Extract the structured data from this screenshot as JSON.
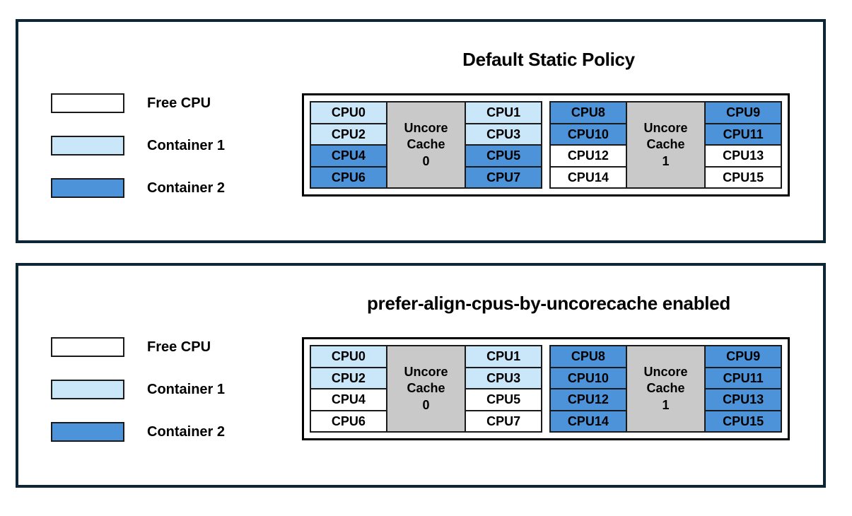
{
  "colors": {
    "free": "#FFFFFF",
    "c1": "#C9E7F8",
    "c2": "#4C93D9",
    "uncore": "#C9C9C9",
    "panel_border": "#0D2636"
  },
  "legend": {
    "items": [
      {
        "label": "Free CPU",
        "state": "free"
      },
      {
        "label": "Container 1",
        "state": "c1"
      },
      {
        "label": "Container 2",
        "state": "c2"
      }
    ]
  },
  "panels": [
    {
      "title": "Default Static Policy",
      "groups": [
        {
          "cache_lines": [
            "Uncore",
            "Cache",
            "0"
          ],
          "left": [
            {
              "label": "CPU0",
              "state": "c1"
            },
            {
              "label": "CPU2",
              "state": "c1"
            },
            {
              "label": "CPU4",
              "state": "c2"
            },
            {
              "label": "CPU6",
              "state": "c2"
            }
          ],
          "right": [
            {
              "label": "CPU1",
              "state": "c1"
            },
            {
              "label": "CPU3",
              "state": "c1"
            },
            {
              "label": "CPU5",
              "state": "c2"
            },
            {
              "label": "CPU7",
              "state": "c2"
            }
          ]
        },
        {
          "cache_lines": [
            "Uncore",
            "Cache",
            "1"
          ],
          "left": [
            {
              "label": "CPU8",
              "state": "c2"
            },
            {
              "label": "CPU10",
              "state": "c2"
            },
            {
              "label": "CPU12",
              "state": "free"
            },
            {
              "label": "CPU14",
              "state": "free"
            }
          ],
          "right": [
            {
              "label": "CPU9",
              "state": "c2"
            },
            {
              "label": "CPU11",
              "state": "c2"
            },
            {
              "label": "CPU13",
              "state": "free"
            },
            {
              "label": "CPU15",
              "state": "free"
            }
          ]
        }
      ]
    },
    {
      "title": "prefer-align-cpus-by-uncorecache enabled",
      "groups": [
        {
          "cache_lines": [
            "Uncore",
            "Cache",
            "0"
          ],
          "left": [
            {
              "label": "CPU0",
              "state": "c1"
            },
            {
              "label": "CPU2",
              "state": "c1"
            },
            {
              "label": "CPU4",
              "state": "free"
            },
            {
              "label": "CPU6",
              "state": "free"
            }
          ],
          "right": [
            {
              "label": "CPU1",
              "state": "c1"
            },
            {
              "label": "CPU3",
              "state": "c1"
            },
            {
              "label": "CPU5",
              "state": "free"
            },
            {
              "label": "CPU7",
              "state": "free"
            }
          ]
        },
        {
          "cache_lines": [
            "Uncore",
            "Cache",
            "1"
          ],
          "left": [
            {
              "label": "CPU8",
              "state": "c2"
            },
            {
              "label": "CPU10",
              "state": "c2"
            },
            {
              "label": "CPU12",
              "state": "c2"
            },
            {
              "label": "CPU14",
              "state": "c2"
            }
          ],
          "right": [
            {
              "label": "CPU9",
              "state": "c2"
            },
            {
              "label": "CPU11",
              "state": "c2"
            },
            {
              "label": "CPU13",
              "state": "c2"
            },
            {
              "label": "CPU15",
              "state": "c2"
            }
          ]
        }
      ]
    }
  ]
}
